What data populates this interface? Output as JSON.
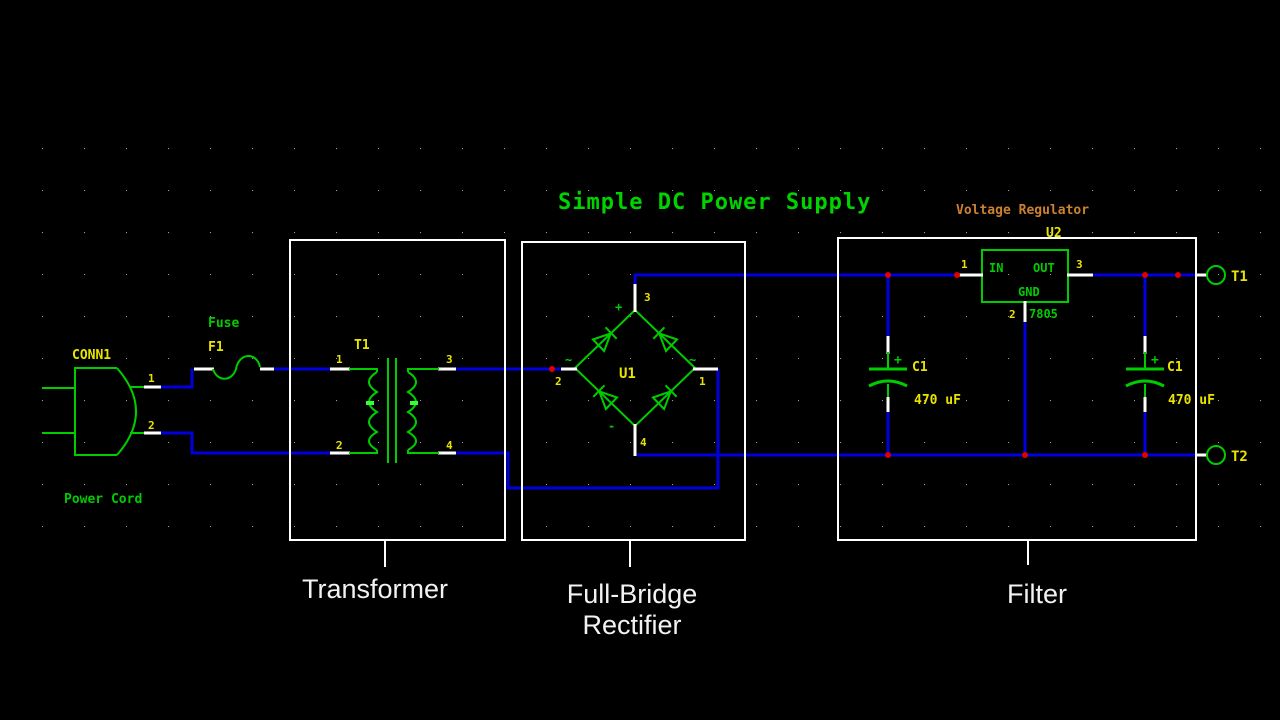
{
  "title": "Simple DC Power Supply",
  "colors": {
    "background": "#000000",
    "wire": "#0000dd",
    "component": "#00cc00",
    "reference_label": "#e8e400",
    "annotation": "#f2f2f2",
    "regulator_heading": "#cc8030",
    "junction_dot": "#dd0000",
    "grid_dot": "#a0a0a0"
  },
  "power_cord": {
    "ref": "CONN1",
    "label": "Power Cord",
    "pin1": "1",
    "pin2": "2"
  },
  "fuse": {
    "label": "Fuse",
    "ref": "F1"
  },
  "transformer": {
    "ref": "T1",
    "pin1": "1",
    "pin2": "2",
    "pin3": "3",
    "pin4": "4"
  },
  "bridge": {
    "ref": "U1",
    "pin_top": "3",
    "pin_left": "2",
    "pin_right": "1",
    "pin_bottom": "4",
    "mark_plus": "+",
    "mark_minus": "-",
    "mark_ac_left": "~",
    "mark_ac_right": "~"
  },
  "regulator": {
    "heading": "Voltage Regulator",
    "ref": "U2",
    "part": "7805",
    "in_label": "IN",
    "out_label": "OUT",
    "gnd_label": "GND",
    "pin_in": "1",
    "pin_out": "3",
    "pin_gnd": "2"
  },
  "filter": {
    "cap1": {
      "ref": "C1",
      "value": "470 uF",
      "polarity": "+"
    },
    "cap2": {
      "ref": "C1",
      "value": "470 uF",
      "polarity": "+"
    }
  },
  "terminals": {
    "t1": "T1",
    "t2": "T2"
  },
  "annotations": {
    "transformer": "Transformer",
    "rectifier_line1": "Full-Bridge",
    "rectifier_line2": "Rectifier",
    "filter": "Filter"
  }
}
